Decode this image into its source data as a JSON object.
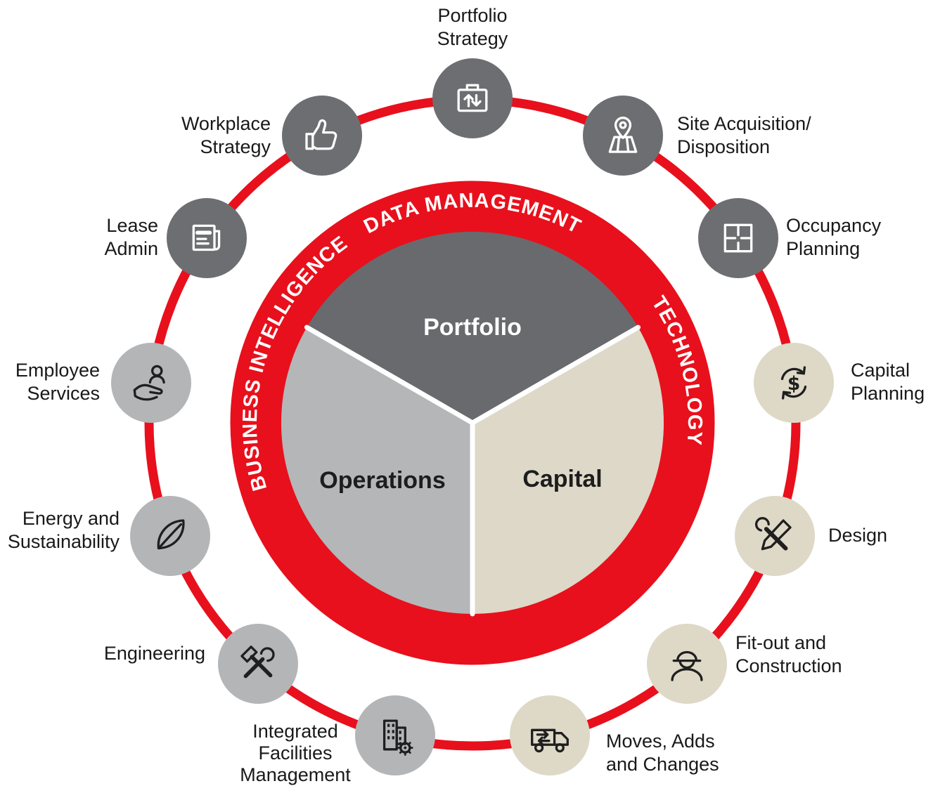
{
  "colors": {
    "red": "#e8101c",
    "dark_gray": "#6d6e71",
    "medium_gray": "#b4b5b7",
    "beige": "#ded8c7",
    "pie_portfolio": "#686a6e",
    "pie_operations": "#b5b6b8",
    "pie_capital": "#ddd8c8",
    "text": "#191919",
    "white": "#ffffff"
  },
  "ring": {
    "business_intelligence": "BUSINESS INTELLIGENCE",
    "data_management": "DATA MANAGEMENT",
    "technology": "TECHNOLOGY"
  },
  "pie": {
    "portfolio": "Portfolio",
    "operations": "Operations",
    "capital": "Capital"
  },
  "nodes": [
    {
      "id": "portfolio-strategy",
      "label": "Portfolio\nStrategy",
      "icon": "briefcase-arrows-icon",
      "theme": "dark"
    },
    {
      "id": "site-acquisition-disposition",
      "label": "Site Acquisition/\nDisposition",
      "icon": "map-pin-icon",
      "theme": "dark"
    },
    {
      "id": "occupancy-planning",
      "label": "Occupancy\nPlanning",
      "icon": "floorplan-icon",
      "theme": "dark"
    },
    {
      "id": "capital-planning",
      "label": "Capital\nPlanning",
      "icon": "dollar-cycle-icon",
      "theme": "beige"
    },
    {
      "id": "design",
      "label": "Design",
      "icon": "pencil-wrench-icon",
      "theme": "beige"
    },
    {
      "id": "fit-out-construction",
      "label": "Fit-out and\nConstruction",
      "icon": "construction-worker-icon",
      "theme": "beige"
    },
    {
      "id": "moves-adds-changes",
      "label": "Moves, Adds\nand Changes",
      "icon": "moving-truck-icon",
      "theme": "beige"
    },
    {
      "id": "integrated-facilities-management",
      "label": "Integrated\nFacilities\nManagement",
      "icon": "building-gear-icon",
      "theme": "gray"
    },
    {
      "id": "engineering",
      "label": "Engineering",
      "icon": "hammer-wrench-icon",
      "theme": "gray"
    },
    {
      "id": "energy-sustainability",
      "label": "Energy and\nSustainability",
      "icon": "leaf-icon",
      "theme": "gray"
    },
    {
      "id": "employee-services",
      "label": "Employee\nServices",
      "icon": "hand-person-icon",
      "theme": "gray"
    },
    {
      "id": "lease-admin",
      "label": "Lease\nAdmin",
      "icon": "newspaper-icon",
      "theme": "dark"
    },
    {
      "id": "workplace-strategy",
      "label": "Workplace\nStrategy",
      "icon": "thumbs-up-icon",
      "theme": "dark"
    }
  ]
}
